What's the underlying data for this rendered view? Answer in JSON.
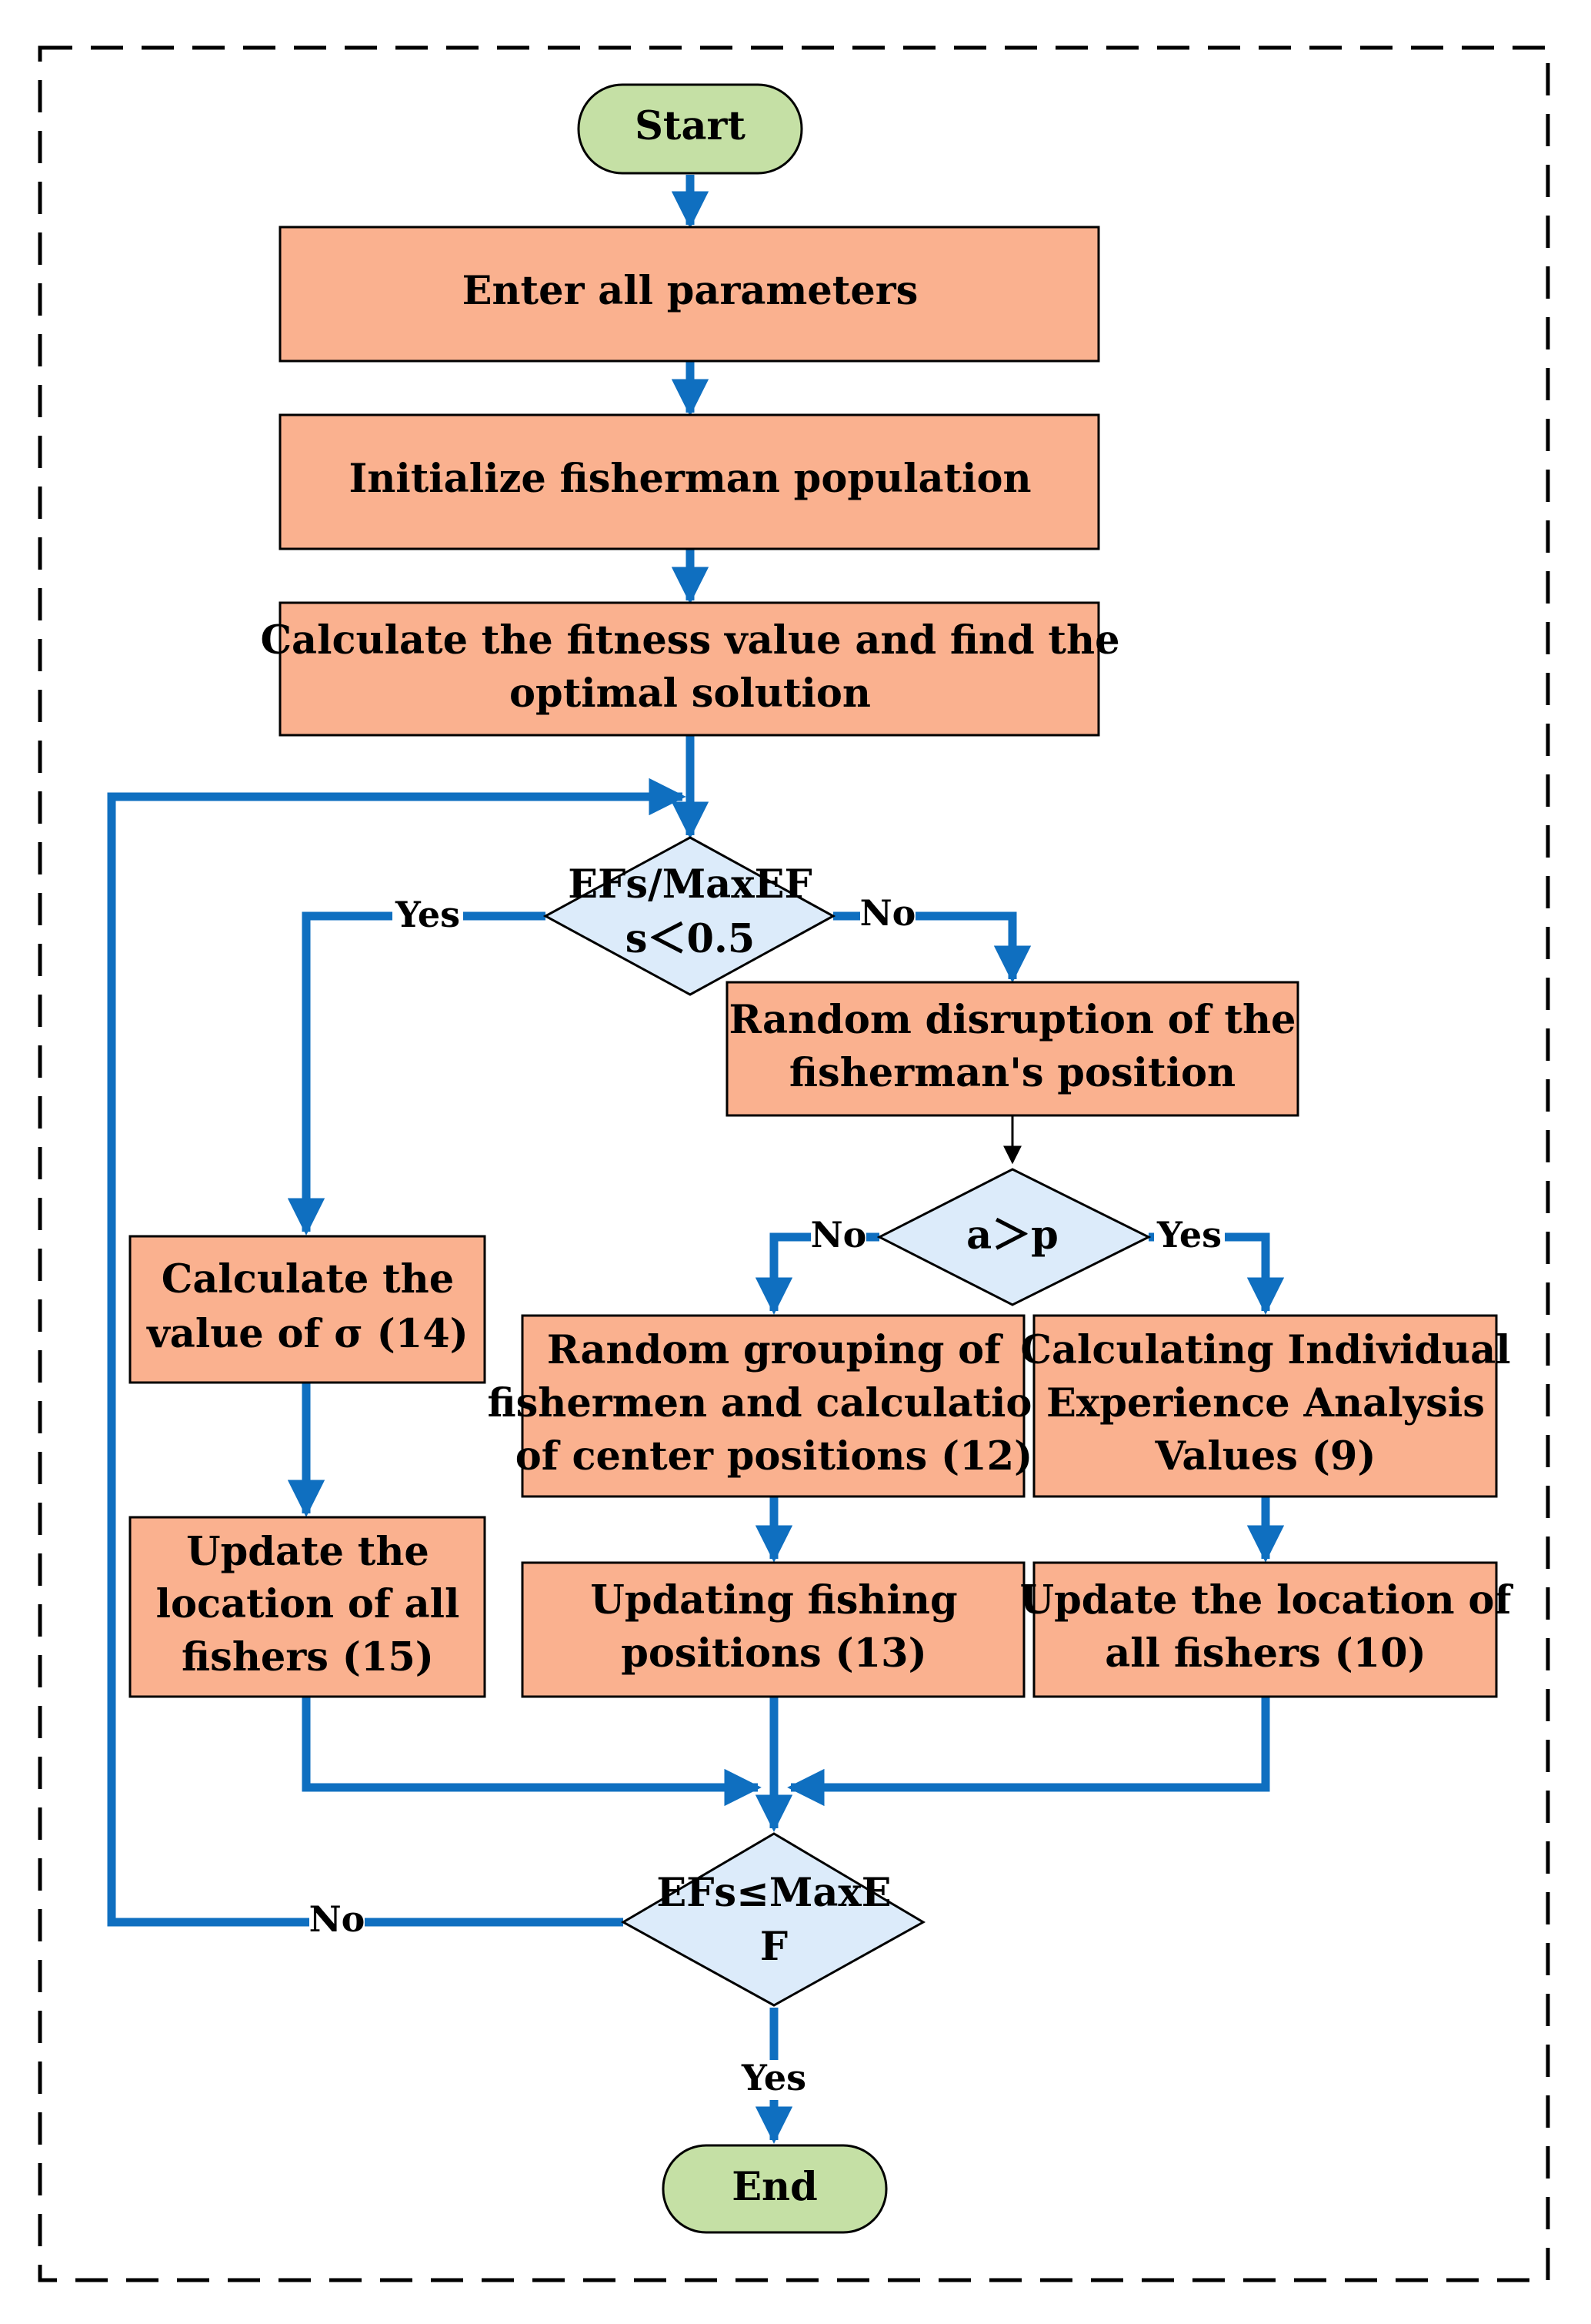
{
  "colors": {
    "process_fill": "#FAB18F",
    "decision_fill": "#DCEBFA",
    "terminal_fill": "#C5E0A5",
    "flow_line": "#0F6FC0",
    "outline": "#000000"
  },
  "nodes": {
    "start": {
      "text": "Start"
    },
    "enter_params": {
      "text": "Enter all parameters"
    },
    "init_population": {
      "text": "Initialize fisherman population"
    },
    "calc_fitness": {
      "line1": "Calculate the fitness value and find the",
      "line2": "optimal solution"
    },
    "decision_efs": {
      "line1": "EFs/MaxEF",
      "line2": "s＜0.5"
    },
    "random_disruption": {
      "line1": "Random disruption of the",
      "line2": "fisherman's position"
    },
    "decision_ap": {
      "text": "a＞p"
    },
    "calc_sigma": {
      "line1": "Calculate the",
      "line2": "value of σ  (14)"
    },
    "update_all_15": {
      "line1": "Update the",
      "line2": "location of all",
      "line3": "fishers (15)"
    },
    "random_grouping": {
      "line1": "Random grouping of",
      "line2": "fishermen and calculation",
      "line3": "of center positions (12)"
    },
    "update_fishing_13": {
      "line1": "Updating fishing",
      "line2": "positions (13)"
    },
    "calc_individual": {
      "line1": "Calculating Individual",
      "line2": "Experience Analysis",
      "line3": "Values (9)"
    },
    "update_all_10": {
      "line1": "Update the location of",
      "line2": "all fishers (10)"
    },
    "decision_end": {
      "line1": "EFs≤MaxE",
      "line2": "F"
    },
    "end": {
      "text": "End"
    }
  },
  "edge_labels": {
    "efs_yes": "Yes",
    "efs_no": "No",
    "ap_no": "No",
    "ap_yes": "Yes",
    "end_no": "No",
    "end_yes": "Yes"
  }
}
